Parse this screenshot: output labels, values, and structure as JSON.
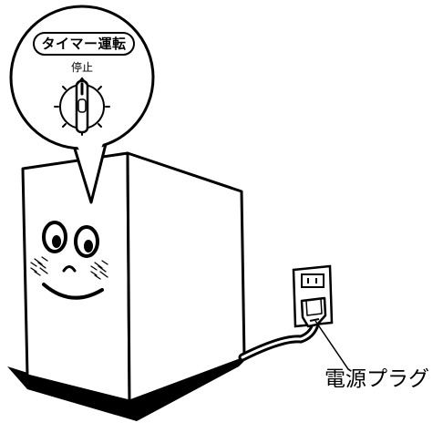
{
  "callout": {
    "title": "タイマー運転",
    "stop_label": "停止"
  },
  "plug_label": "電源プラグ",
  "colors": {
    "line": "#000000",
    "background": "#ffffff"
  },
  "icons": [
    "timer-knob-icon",
    "wall-outlet-icon",
    "power-plug-icon"
  ]
}
